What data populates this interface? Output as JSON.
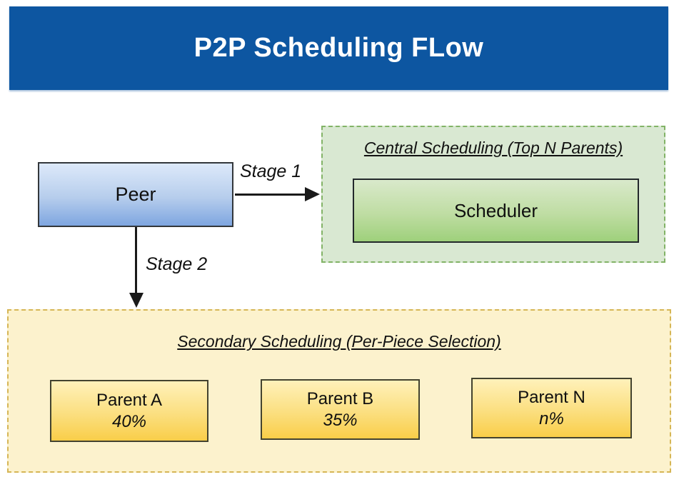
{
  "title": "P2P Scheduling FLow",
  "peer": {
    "label": "Peer"
  },
  "arrows": {
    "stage1_label": "Stage 1",
    "stage2_label": "Stage 2"
  },
  "central": {
    "title": "Central Scheduling (Top N Parents)",
    "scheduler_label": "Scheduler"
  },
  "secondary": {
    "title": "Secondary Scheduling (Per-Piece Selection)",
    "parents": [
      {
        "name": "Parent A",
        "share": "40%"
      },
      {
        "name": "Parent B",
        "share": "35%"
      },
      {
        "name": "Parent N",
        "share": "n%"
      }
    ]
  },
  "colors": {
    "banner": "#0d56a1",
    "banner_text": "#ffffff",
    "peer_gradient_top": "#dde9fa",
    "peer_gradient_bottom": "#7ea6e0",
    "central_bg": "#d9e8d2",
    "central_border": "#82b366",
    "scheduler_gradient_top": "#d9e9cb",
    "scheduler_gradient_bottom": "#9ed07b",
    "secondary_bg": "#fcf2cd",
    "secondary_border": "#d6b656",
    "parent_gradient_top": "#fff1ba",
    "parent_gradient_bottom": "#f9ce49",
    "arrow": "#1a1a1a"
  }
}
